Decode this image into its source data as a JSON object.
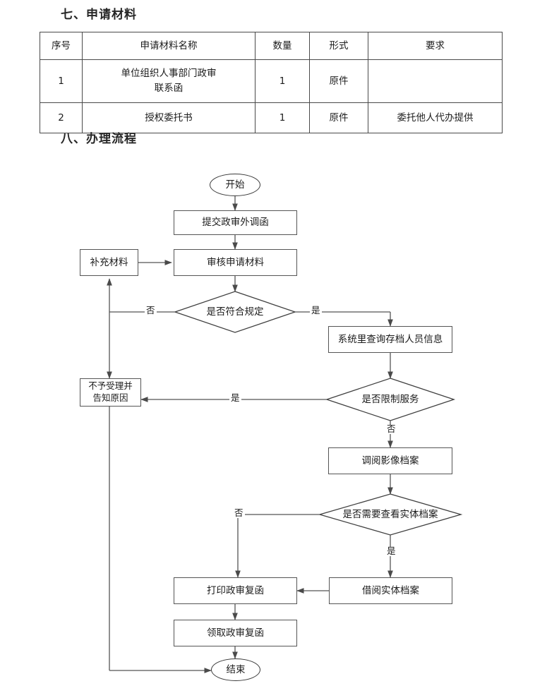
{
  "headings": {
    "materials": "七、申请材料",
    "process": "八、办理流程"
  },
  "materials_table": {
    "columns": [
      "序号",
      "申请材料名称",
      "数量",
      "形式",
      "要求"
    ],
    "rows": [
      {
        "no": "1",
        "name": "单位组织人事部门政审\n联系函",
        "qty": "1",
        "form": "原件",
        "req": ""
      },
      {
        "no": "2",
        "name": "授权委托书",
        "qty": "1",
        "form": "原件",
        "req": "委托他人代办提供"
      }
    ]
  },
  "flowchart": {
    "nodes": {
      "start": "开始",
      "submit": "提交政审外调函",
      "review": "审核申请材料",
      "supplement": "补充材料",
      "check_compliance": "是否符合规定",
      "query_system": "系统里查询存档人员信息",
      "check_restricted": "是否限制服务",
      "reject": "不予受理并\n告知原因",
      "view_image": "调阅影像档案",
      "check_physical": "是否需要查看实体档案",
      "borrow_physical": "借阅实体档案",
      "print_reply": "打印政审复函",
      "collect_reply": "领取政审复函",
      "end": "结束"
    },
    "edge_labels": {
      "compliance_no": "否",
      "compliance_yes": "是",
      "restricted_yes": "是",
      "restricted_no": "否",
      "physical_no": "否",
      "physical_yes": "是"
    }
  },
  "colors": {
    "line": "#555555",
    "table_border": "#4a4a4a",
    "text": "#1c1c1c"
  }
}
